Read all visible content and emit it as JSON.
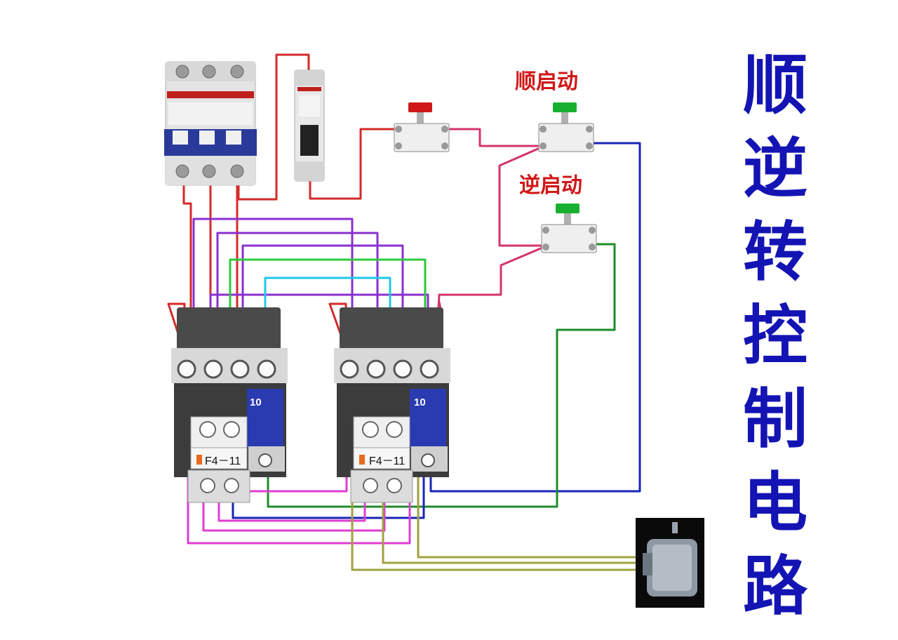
{
  "title": {
    "chars": [
      "顺",
      "逆",
      "转",
      "控",
      "制",
      "电",
      "路"
    ]
  },
  "buttons": {
    "forward_label": "顺启动",
    "reverse_label": "逆启动"
  },
  "contactors": {
    "left_badge": "10",
    "right_badge": "10",
    "left_aux": "F4－11",
    "right_aux": "F4－11"
  },
  "colors": {
    "title": "#1414b4",
    "button_label": "#d01818",
    "wire_red": "#d42a2a",
    "wire_purple": "#8a2fd0",
    "wire_green": "#2ec83a",
    "wire_cyan": "#1ec8e6",
    "wire_blue": "#1a24b8",
    "wire_darkgreen": "#1e8c2a",
    "wire_magenta": "#e03cd2",
    "wire_pink": "#d4336e",
    "wire_olive": "#a0a040",
    "stop_button": "#d01818",
    "start_button": "#18b030"
  }
}
